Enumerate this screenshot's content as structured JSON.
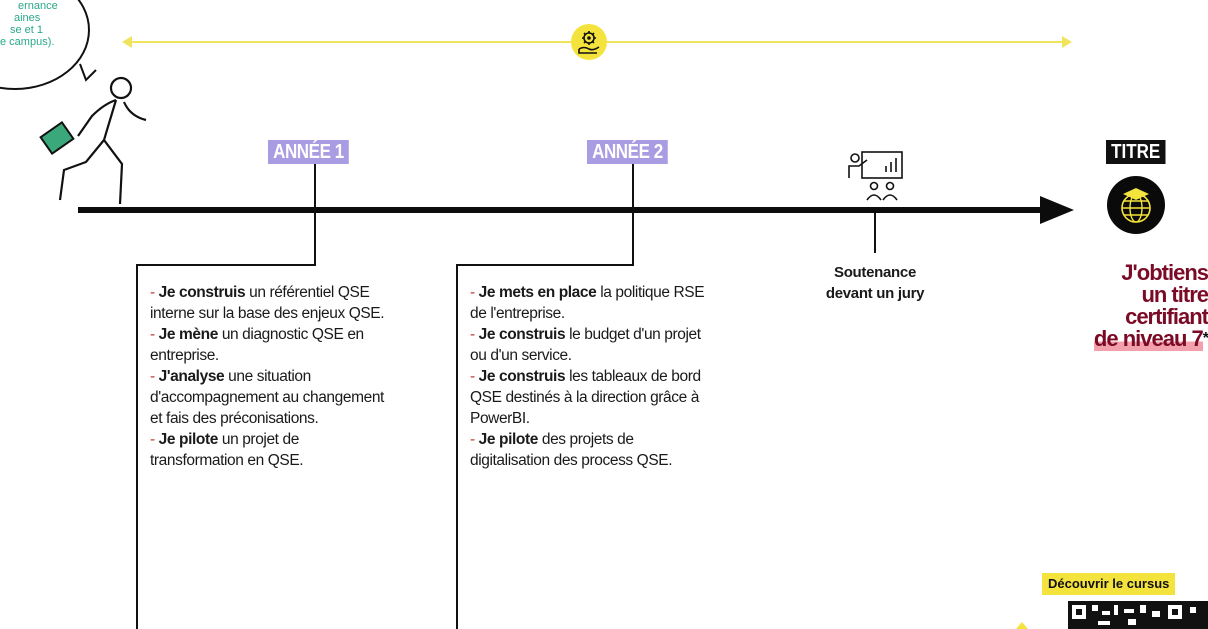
{
  "bubble": {
    "lines": [
      "ernance",
      "aines",
      "se et 1",
      "e campus)."
    ]
  },
  "timeline": {
    "year1_label": "ANNÉE 1",
    "year2_label": "ANNÉE 2"
  },
  "year1": {
    "items": [
      {
        "bold": "Je construis",
        "rest": " un référentiel QSE interne sur la base des enjeux QSE."
      },
      {
        "bold": "Je mène",
        "rest": " un diagnostic QSE en entreprise."
      },
      {
        "bold": "J'analyse",
        "rest": " une situation d'accompagnement au changement et fais des préconisations."
      },
      {
        "bold": "Je pilote",
        "rest": " un projet de transformation en QSE."
      }
    ]
  },
  "year2": {
    "items": [
      {
        "bold": "Je mets en place",
        "rest": " la politique RSE de l'entreprise."
      },
      {
        "bold": "Je construis",
        "rest": " le budget d'un projet ou d'un service."
      },
      {
        "bold": "Je construis",
        "rest": " les tableaux de bord QSE destinés à la direction grâce à PowerBI."
      },
      {
        "bold": "Je pilote",
        "rest": " des projets de digitalisation des process QSE."
      }
    ]
  },
  "soutenance": {
    "line1": "Soutenance",
    "line2": "devant un jury"
  },
  "titre": {
    "label": "TITRE",
    "line1": "J'obtiens",
    "line2": "un titre",
    "line3": "certifiant",
    "line4": "de niveau 7",
    "asterisk": "*"
  },
  "cursus": {
    "label": "Découvrir le cursus"
  },
  "icons": {
    "range": "gear-hand-icon",
    "walker": "walking-person-briefcase-icon",
    "soutenance": "presentation-audience-icon",
    "titre": "graduation-globe-icon"
  },
  "colors": {
    "accent_yellow": "#f4e33c",
    "year_label": "#a99ce2",
    "title_text": "#7a0a25",
    "highlight": "#f2a0ac"
  }
}
